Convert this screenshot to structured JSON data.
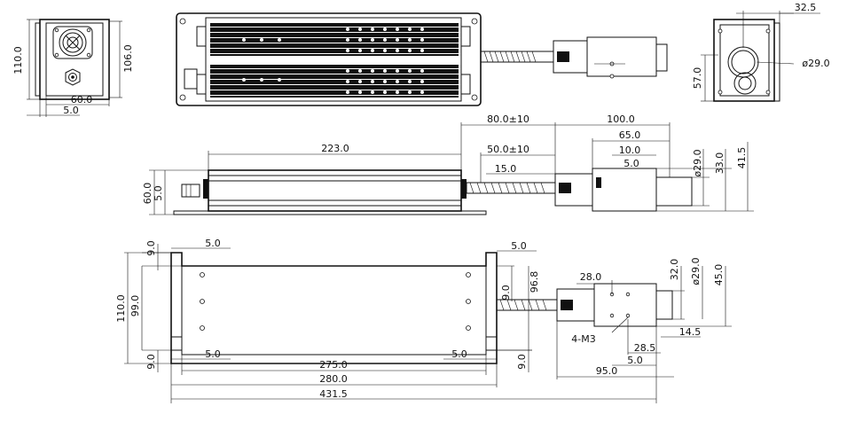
{
  "diagram": {
    "top_left_view": {
      "dims": [
        "110.0",
        "106.0",
        "60.0",
        "5.0"
      ]
    },
    "side_view": {
      "dims": [
        "32.5",
        "ø29.0",
        "57.0"
      ]
    },
    "front_view": {
      "dims": [
        "80.0±10",
        "100.0",
        "223.0",
        "65.0",
        "50.0±10",
        "10.0",
        "5.0",
        "15.0",
        "ø29.0",
        "33.0",
        "41.5",
        "60.0",
        "5.0"
      ]
    },
    "bottom_view": {
      "dims": [
        "9.0",
        "5.0",
        "5.0",
        "110.0",
        "99.0",
        "9.0",
        "96.8",
        "28.0",
        "32.0",
        "ø29.0",
        "45.0",
        "4-M3",
        "28.5",
        "14.5",
        "9.0",
        "5.0",
        "275.0",
        "5.0",
        "9.0",
        "5.0",
        "280.0",
        "95.0",
        "431.5"
      ]
    }
  }
}
